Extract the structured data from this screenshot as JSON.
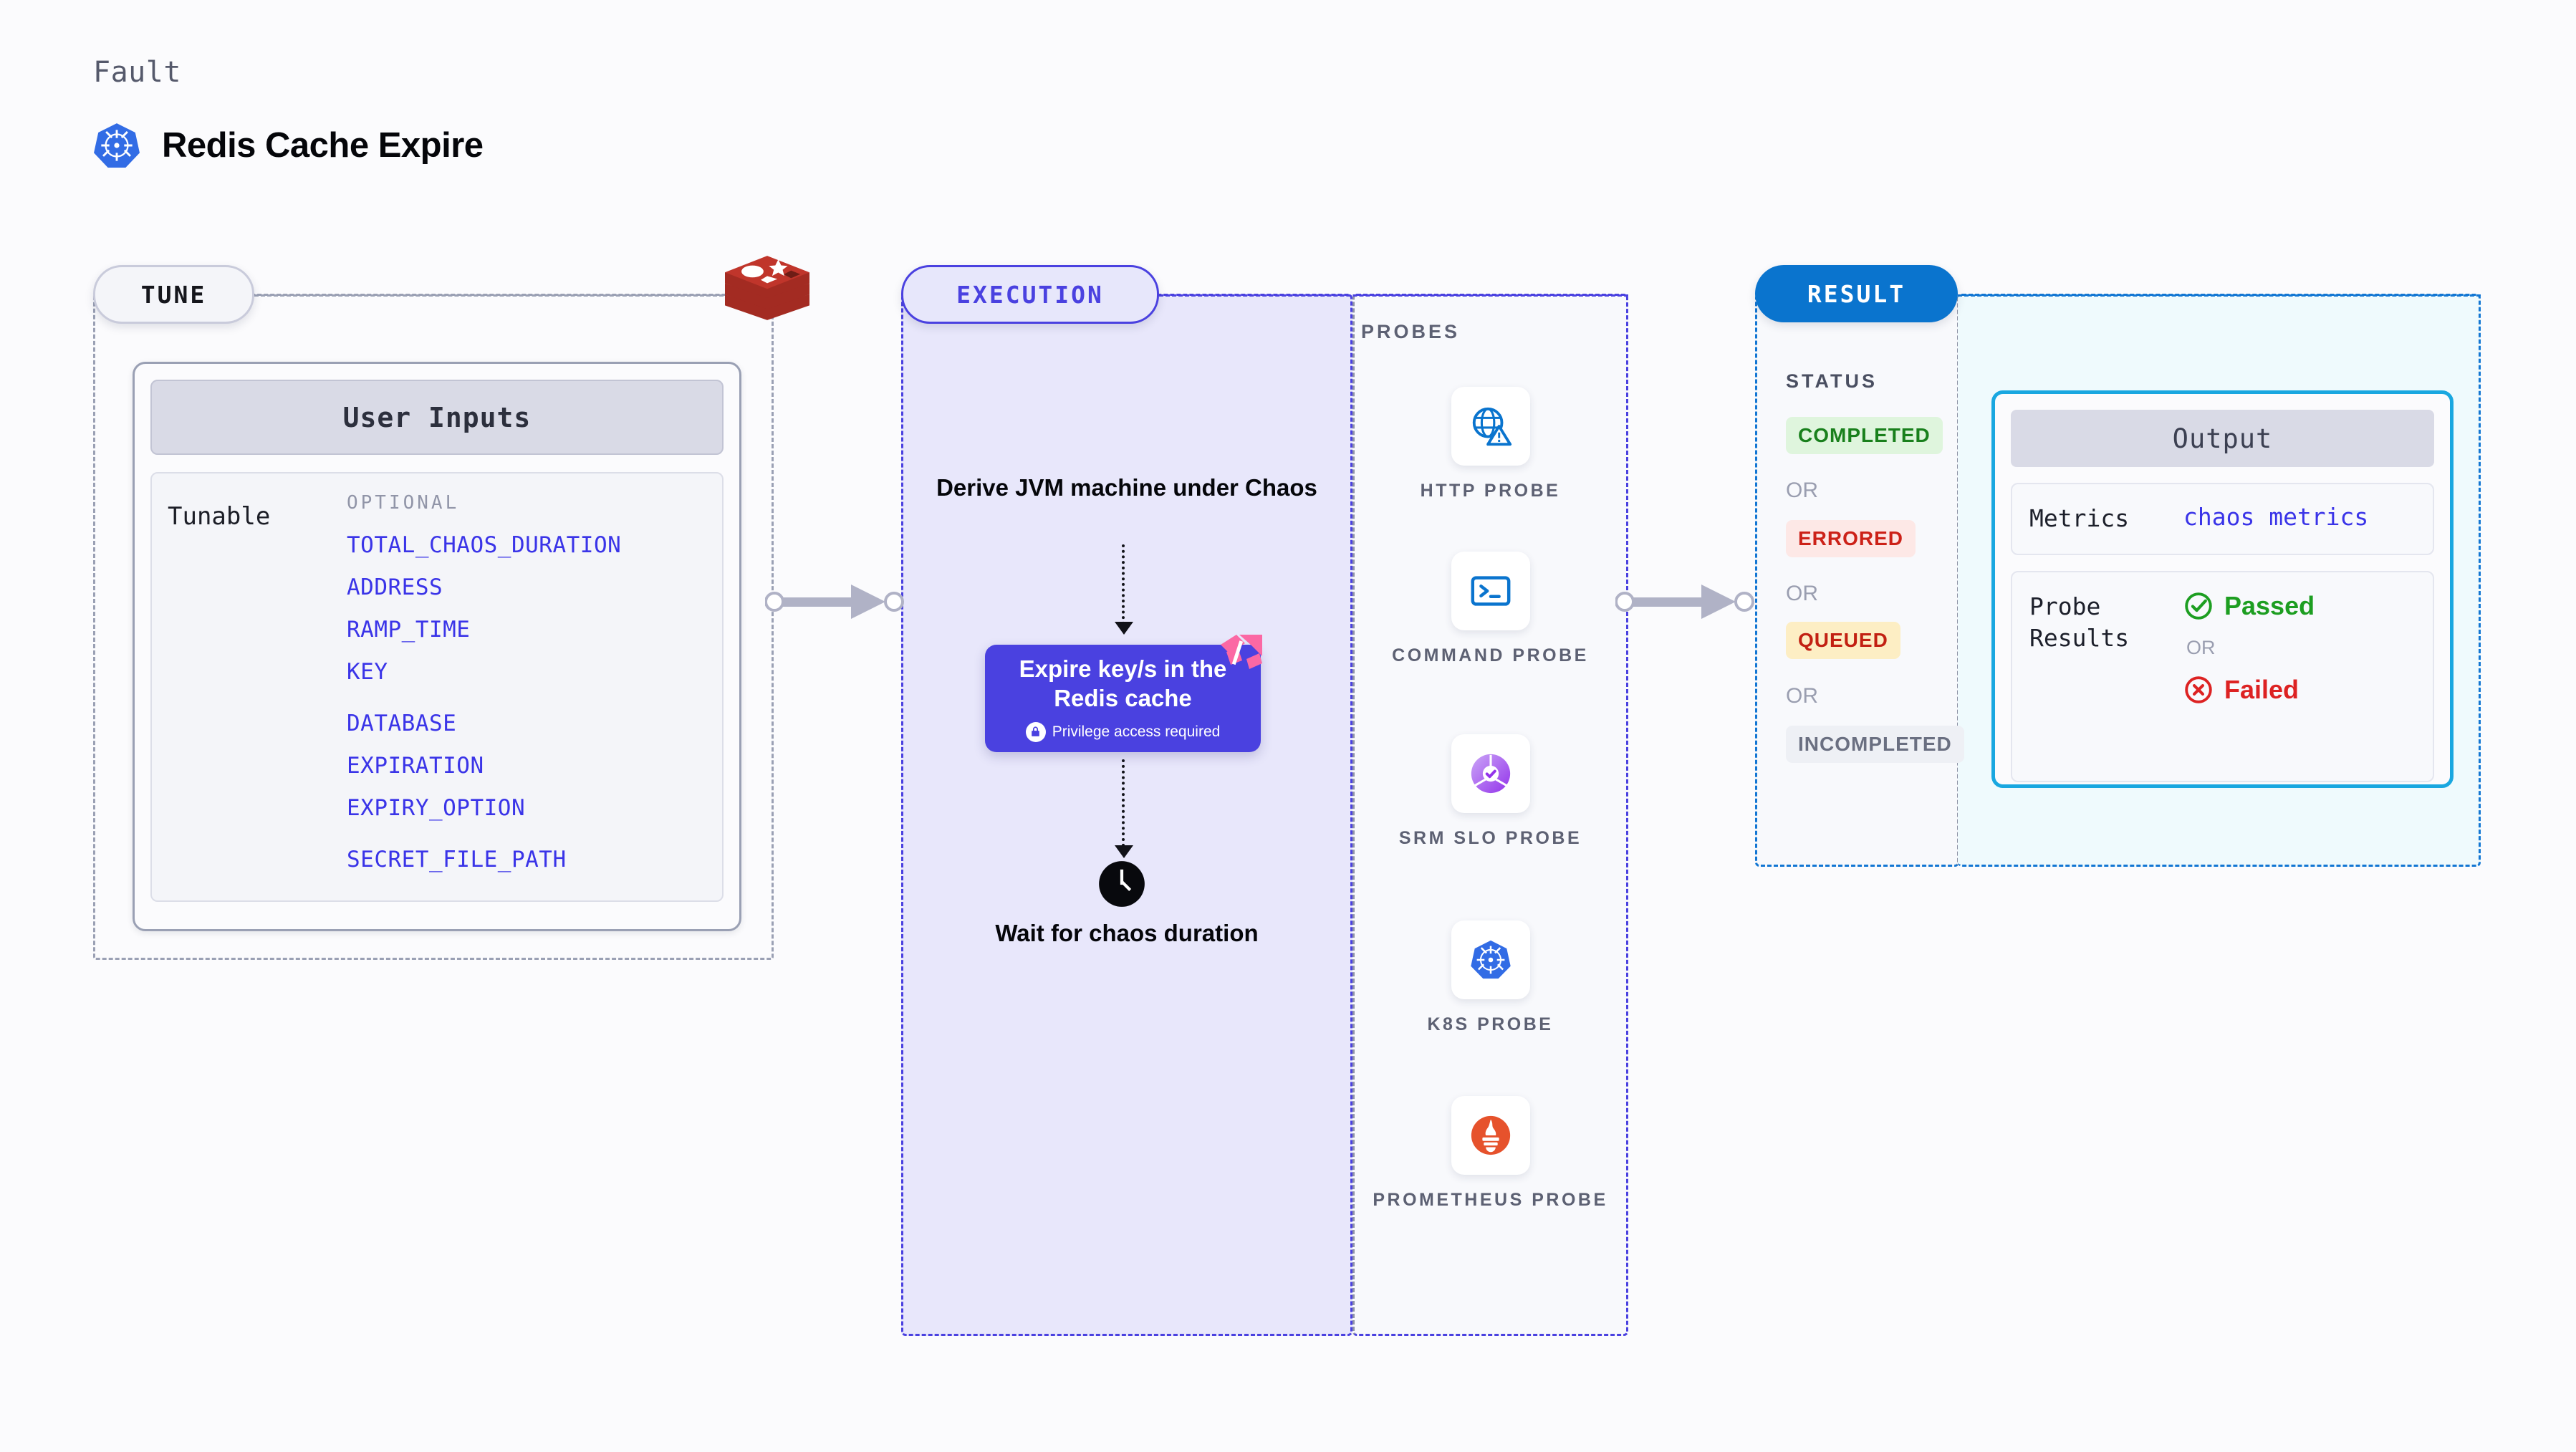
{
  "header": {
    "eyebrow": "Fault",
    "title": "Redis Cache Expire",
    "icon": "kubernetes-icon"
  },
  "sections": {
    "tune": {
      "pill_label": "TUNE",
      "logo": "redis-logo"
    },
    "execution": {
      "pill_label": "EXECUTION"
    },
    "probes": {
      "label": "PROBES"
    },
    "result": {
      "pill_label": "RESULT"
    }
  },
  "tune": {
    "panel_title": "User Inputs",
    "group_label": "Tunable",
    "optional_label": "OPTIONAL",
    "params": [
      "TOTAL_CHAOS_DURATION",
      "ADDRESS",
      "RAMP_TIME",
      "KEY",
      "DATABASE",
      "EXPIRATION",
      "EXPIRY_OPTION",
      "SECRET_FILE_PATH"
    ]
  },
  "execution": {
    "step_1": "Derive JVM machine under Chaos",
    "card": {
      "title": "Expire key/s in the Redis cache",
      "badge": "Privilege access required",
      "badge_icon": "lock-icon",
      "corner_icon": "harness-logo-icon"
    },
    "step_2": "Wait for chaos duration",
    "step_2_icon": "clock-icon"
  },
  "probes": [
    {
      "label": "HTTP PROBE",
      "icon": "globe-warning-icon"
    },
    {
      "label": "COMMAND PROBE",
      "icon": "terminal-icon"
    },
    {
      "label": "SRM SLO PROBE",
      "icon": "slo-gauge-icon"
    },
    {
      "label": "K8S PROBE",
      "icon": "kubernetes-icon"
    },
    {
      "label": "PROMETHEUS PROBE",
      "icon": "prometheus-icon"
    }
  ],
  "result": {
    "status_label": "STATUS",
    "or_label": "OR",
    "statuses": [
      {
        "label": "COMPLETED",
        "bg": "#dff5dd",
        "fg": "#19801c"
      },
      {
        "label": "ERRORED",
        "bg": "#fde8e6",
        "fg": "#cc2118"
      },
      {
        "label": "QUEUED",
        "bg": "#fdeec4",
        "fg": "#c22012"
      },
      {
        "label": "INCOMPLETED",
        "bg": "#eef0f5",
        "fg": "#6a6f81"
      }
    ],
    "output": {
      "title": "Output",
      "metrics_key": "Metrics",
      "metrics_value": "chaos metrics",
      "probe_key": "Probe Results",
      "passed_label": "Passed",
      "passed_icon": "check-circle-icon",
      "or_label": "OR",
      "failed_label": "Failed",
      "failed_icon": "x-circle-icon"
    }
  },
  "colors": {
    "accent_purple": "#4a41e0",
    "accent_blue": "#1276d3",
    "redis_red": "#c0352b",
    "harness_pink": "#fb68a4",
    "pass_green": "#1d9e21",
    "fail_red": "#dd2222"
  }
}
